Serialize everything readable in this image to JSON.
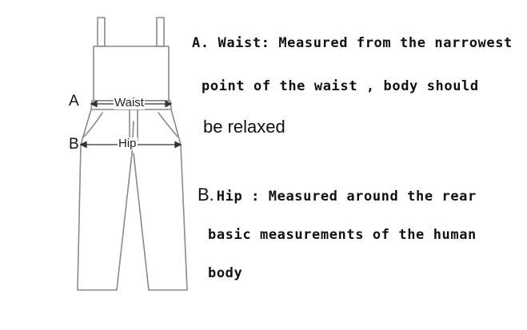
{
  "diagram": {
    "markers": {
      "a": "A",
      "b": "B"
    },
    "dimension_labels": {
      "waist": "Waist",
      "hip": "Hip"
    }
  },
  "description": {
    "waist_line1": "A. Waist: Measured from the narrowest",
    "waist_line2": "point of the waist , body should",
    "waist_line3": "be relaxed",
    "hip_prefix": "B.",
    "hip_line1": "Hip : Measured around the rear",
    "hip_line2": "basic measurements of the human",
    "hip_line3": "body"
  },
  "colors": {
    "outline": "#8a8a8a",
    "arrow": "#333333",
    "text": "#111111"
  }
}
